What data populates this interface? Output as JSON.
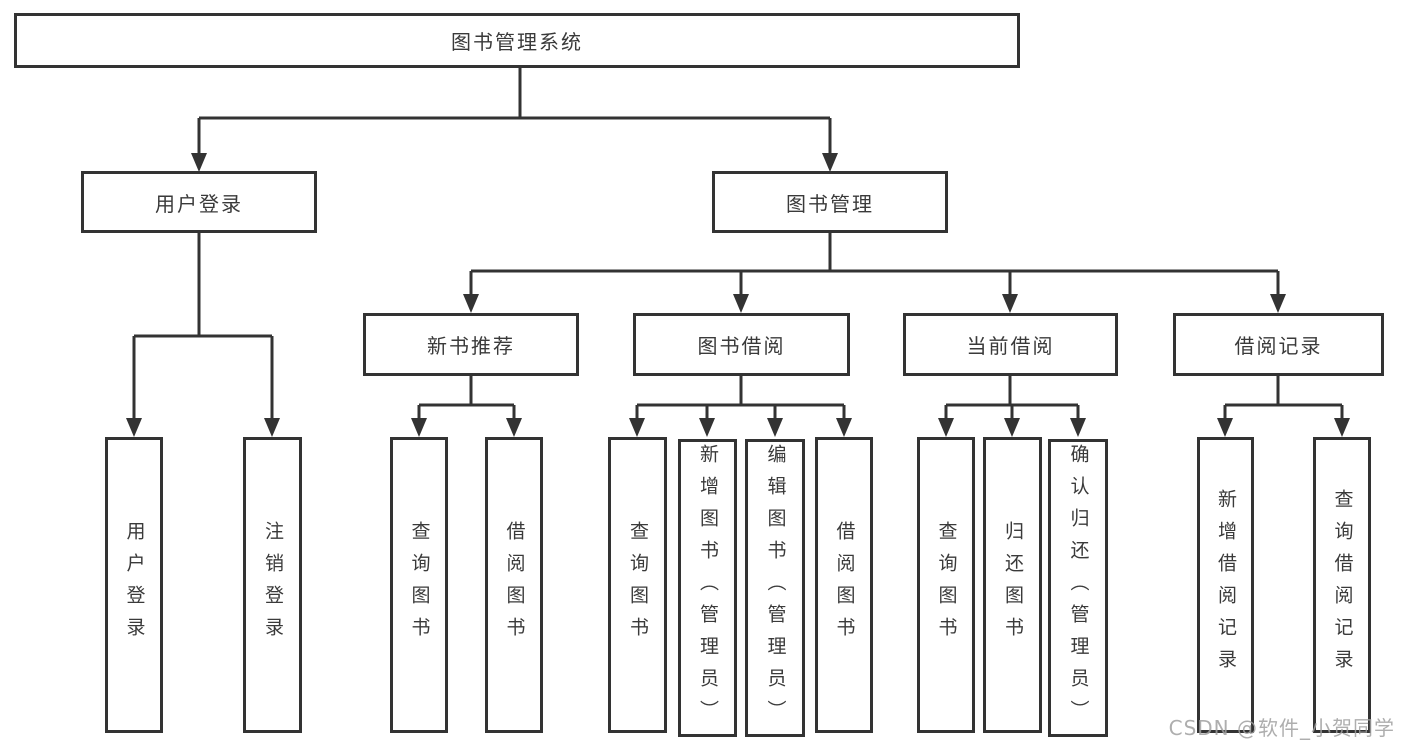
{
  "diagram": {
    "title": "图书管理系统",
    "level2": {
      "user_login": "用户登录",
      "book_mgmt": "图书管理"
    },
    "level3": {
      "new_books": "新书推荐",
      "book_borrow": "图书借阅",
      "current_borrow": "当前借阅",
      "borrow_records": "借阅记录"
    },
    "leaves": {
      "ul_login": "用户登录",
      "ul_logout": "注销登录",
      "nb_query": "查询图书",
      "nb_borrow": "借阅图书",
      "bb_query": "查询图书",
      "bb_add": "新增图书（管理员）",
      "bb_edit": "编辑图书（管理员）",
      "bb_borrow": "借阅图书",
      "cb_query": "查询图书",
      "cb_return": "归还图书",
      "cb_confirm": "确认归还（管理员）",
      "br_add": "新增借阅记录",
      "br_query": "查询借阅记录"
    }
  },
  "watermark": "CSDN @软件_小贺同学",
  "colors": {
    "line": "#333333",
    "text": "#3a3a3a",
    "background": "#ffffff",
    "watermark": "#a0a0a0"
  }
}
